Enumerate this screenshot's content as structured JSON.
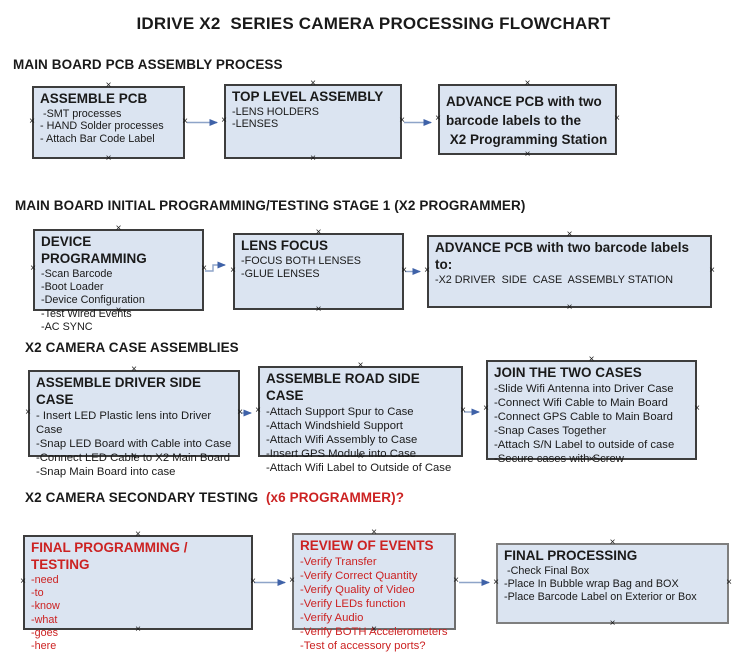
{
  "title": "IDRIVE X2  SERIES CAMERA PROCESSING FLOWCHART",
  "icons": {
    "connection_handle": "×"
  },
  "colors": {
    "box_fill": "#dbe4f1",
    "box_border": "#3d3d3d",
    "arrow_line": "#8ea4c8",
    "arrow_head": "#3f62a8",
    "red_text": "#cc2222",
    "text": "#1a1a1a"
  },
  "sections": [
    {
      "heading": "MAIN BOARD PCB ASSEMBLY PROCESS",
      "boxes": [
        {
          "title": "ASSEMBLE PCB",
          "items": [
            " -SMT processes",
            "- HAND Solder processes",
            "- Attach Bar Code Label"
          ]
        },
        {
          "title": "TOP LEVEL ASSEMBLY",
          "items": [
            "-LENS HOLDERS",
            "-LENSES"
          ]
        },
        {
          "title": "ADVANCE PCB with two\nbarcode labels to the\n X2 Programming Station",
          "items": []
        }
      ]
    },
    {
      "heading": "MAIN BOARD INITIAL PROGRAMMING/TESTING STAGE 1 (X2 PROGRAMMER)",
      "boxes": [
        {
          "title": "DEVICE PROGRAMMING",
          "items": [
            "-Scan Barcode",
            "-Boot Loader",
            "-Device Configuration",
            "-Test Wired Events",
            "-AC SYNC"
          ]
        },
        {
          "title": "LENS FOCUS",
          "items": [
            "-FOCUS BOTH LENSES",
            "-GLUE LENSES"
          ]
        },
        {
          "title": "ADVANCE PCB with two barcode labels to:",
          "items": [
            "-X2 DRIVER  SIDE  CASE  ASSEMBLY STATION"
          ]
        }
      ]
    },
    {
      "heading": "X2 CAMERA CASE ASSEMBLIES",
      "boxes": [
        {
          "title": "ASSEMBLE DRIVER SIDE CASE",
          "items": [
            "- Insert LED Plastic lens into Driver Case",
            "-Snap LED Board with Cable into Case",
            "-Connect LED Cable to X2 Main Board",
            "-Snap Main Board into case"
          ]
        },
        {
          "title": "ASSEMBLE ROAD SIDE CASE",
          "items": [
            "-Attach Support Spur to Case",
            "-Attach Windshield Support",
            "-Attach Wifi Assembly to Case",
            "-Insert GPS Module into Case",
            "-Attach Wifi Label to Outside of Case"
          ]
        },
        {
          "title": "JOIN THE TWO CASES",
          "items": [
            "-Slide Wifi Antenna into Driver Case",
            "-Connect Wifi Cable to Main Board",
            "-Connect GPS Cable to Main Board",
            "-Snap Cases Together",
            "-Attach S/N Label to outside of case",
            "-Secure cases with Screw"
          ]
        }
      ]
    },
    {
      "heading": "X2 CAMERA SECONDARY TESTING  ",
      "heading_red": "(x6 PROGRAMMER)?",
      "boxes": [
        {
          "title": "FINAL PROGRAMMING / TESTING",
          "items": [
            "-need",
            "-to",
            "-know",
            "-what",
            "-goes",
            "-here"
          ]
        },
        {
          "title": "REVIEW OF EVENTS",
          "items": [
            "-Verify Transfer",
            "-Verify Correct Quantity",
            "-Verify Quality of Video",
            "-Verify LEDs function",
            "-Verify Audio",
            "-Verify BOTH Accelerometers",
            "-Test of accessory ports?"
          ]
        },
        {
          "title": "FINAL PROCESSING",
          "items": [
            " -Check Final Box",
            "-Place In Bubble wrap Bag and BOX",
            "-Place Barcode Label on Exterior or Box"
          ]
        }
      ]
    }
  ]
}
